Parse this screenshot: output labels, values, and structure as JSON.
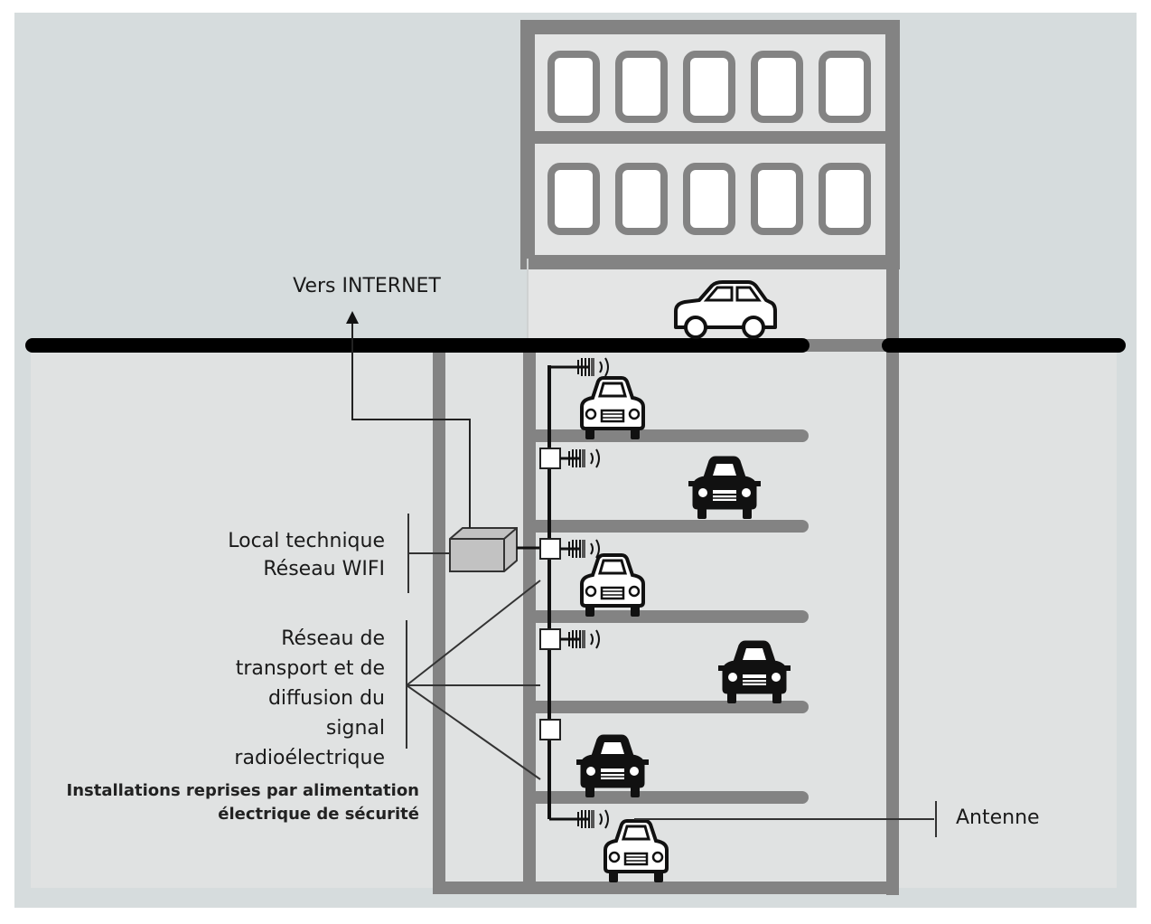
{
  "labels": {
    "internet": "Vers INTERNET",
    "local_line1": "Local technique",
    "local_line2": "Réseau WIFI",
    "reseau_line1": "Réseau de",
    "reseau_line2": "transport et de",
    "reseau_line3": "diffusion du",
    "reseau_line4": "signal",
    "reseau_line5": "radioélectrique",
    "installations_line1": "Installations reprises par alimentation",
    "installations_line2": "électrique de sécurité",
    "antenne": "Antenne"
  },
  "colors": {
    "background": "#d6dcdd",
    "underground": "#e0e2e2",
    "tower": "#e4e5e5",
    "wall": "#838383",
    "ground_line": "#000000",
    "window": "#ffffff",
    "box": "#c2c2c2"
  }
}
